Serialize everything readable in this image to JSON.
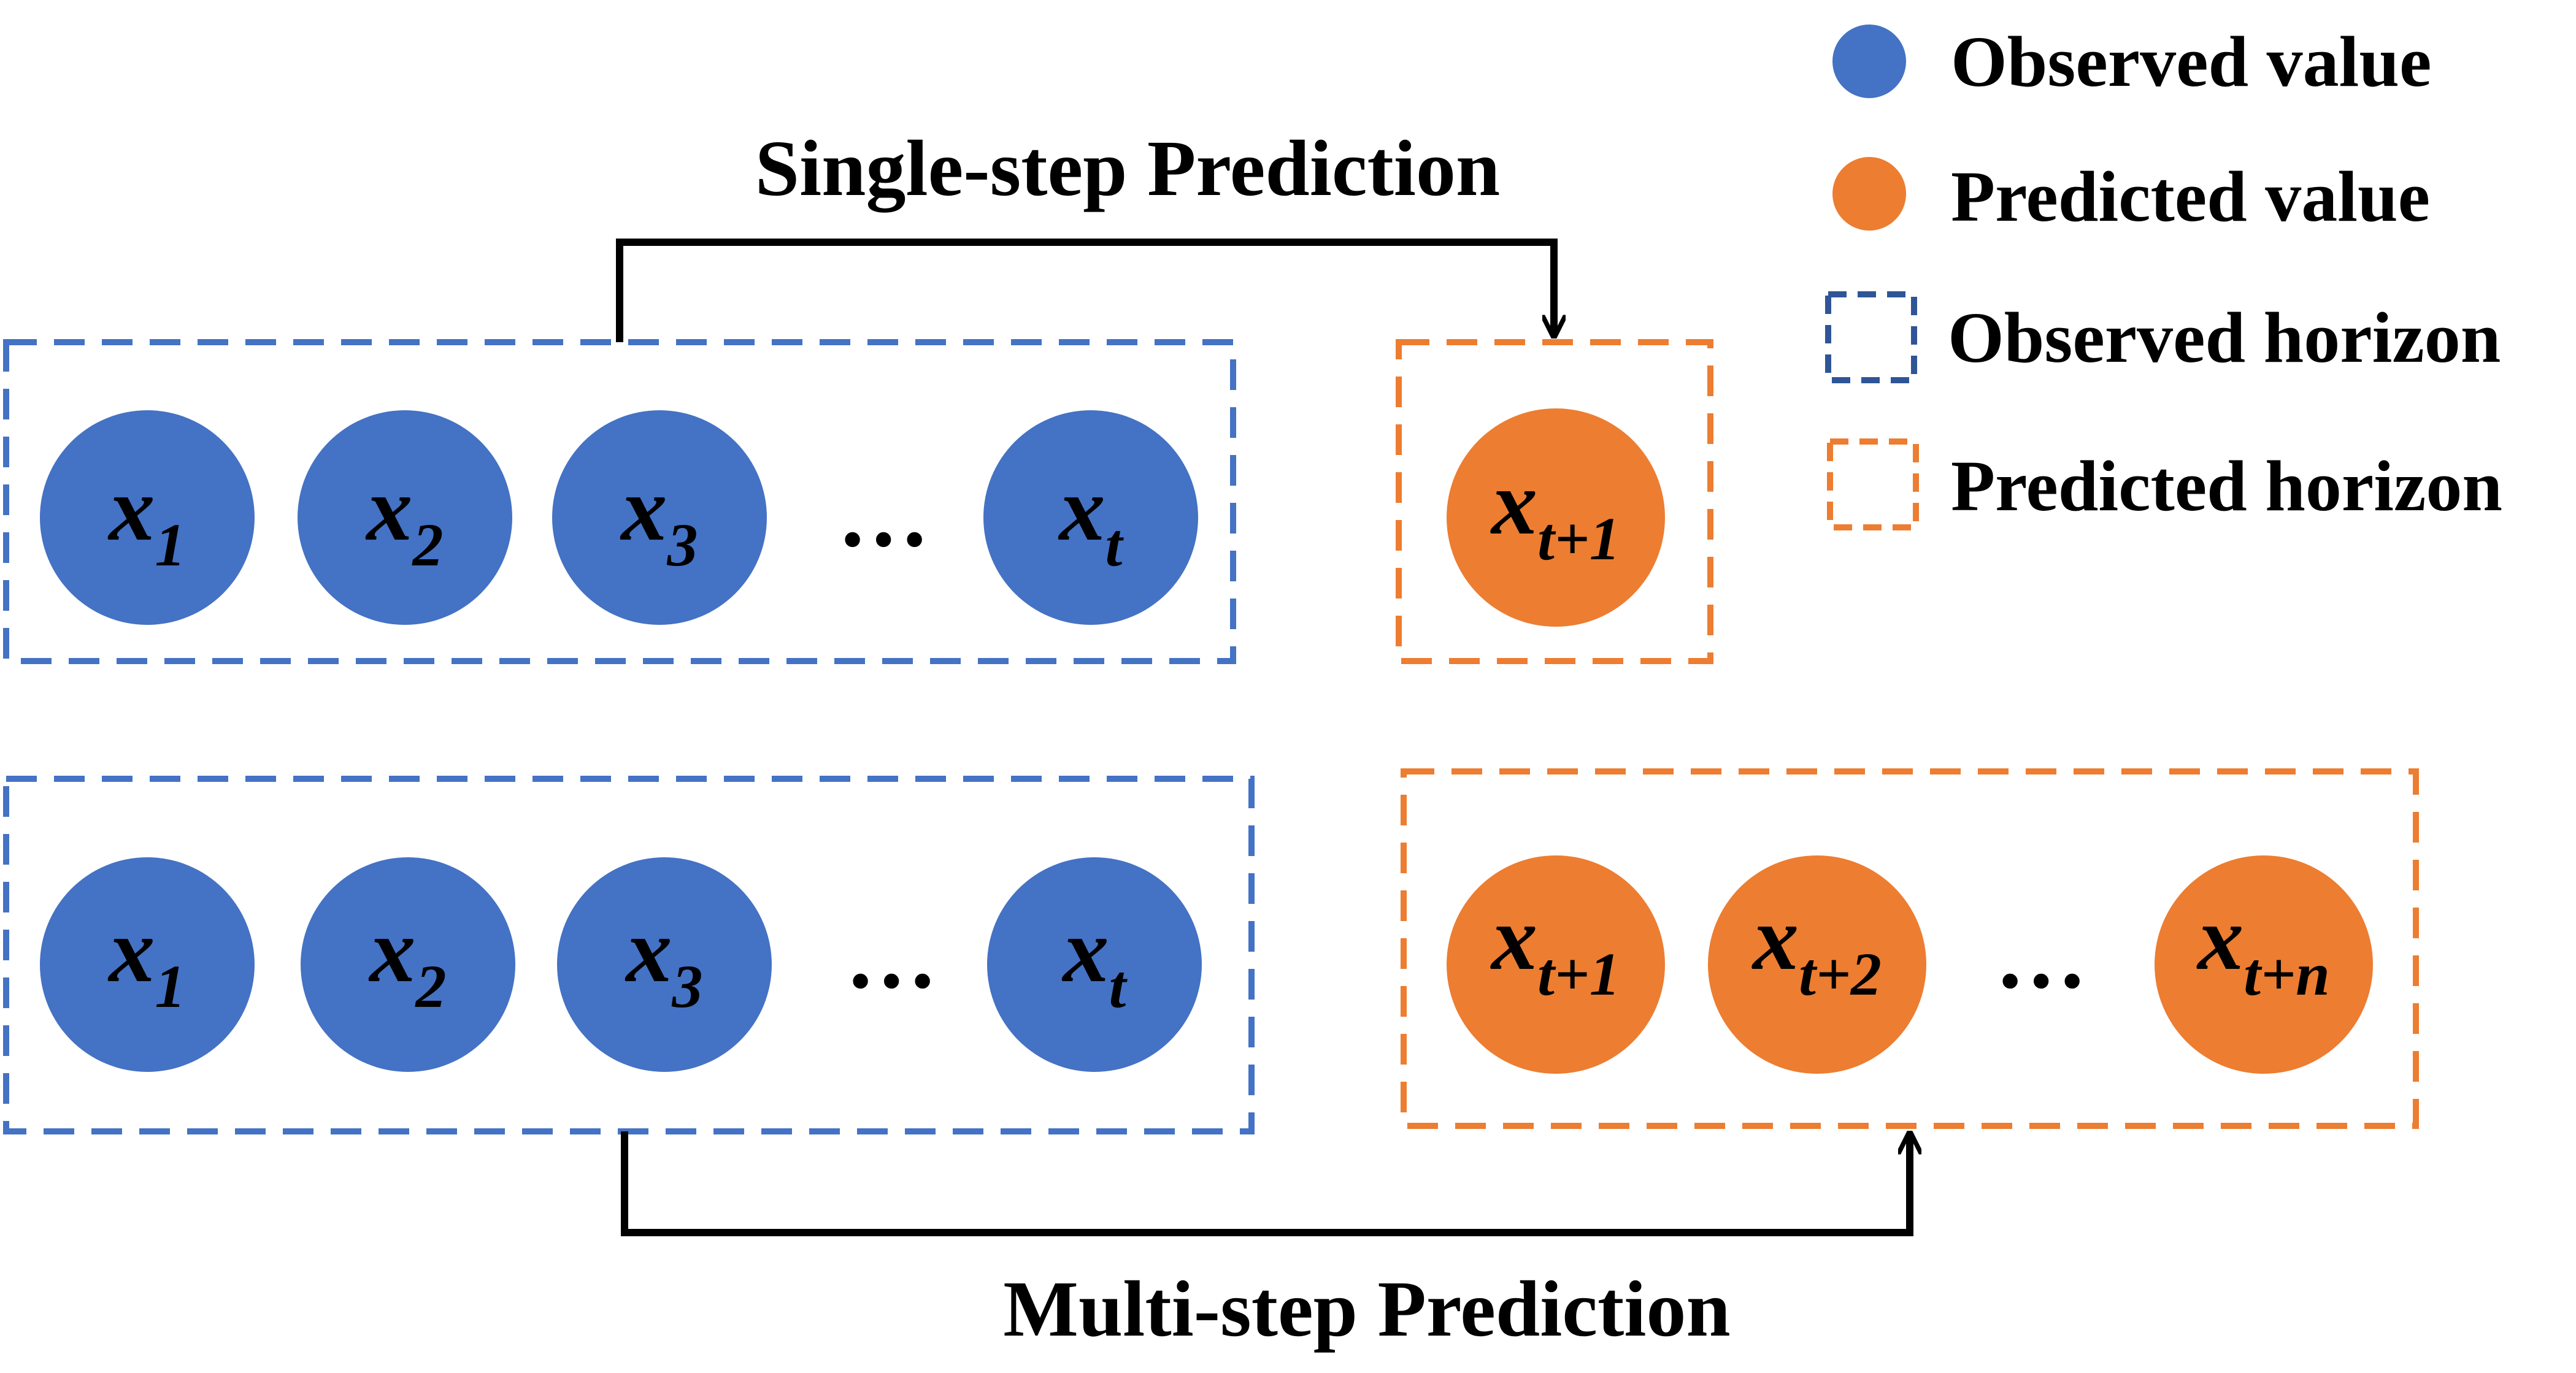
{
  "diagram": {
    "single_step_label": "Single-step Prediction",
    "multi_step_label": "Multi-step Prediction",
    "ellipsis": "…",
    "rows": {
      "single_step": {
        "observed": [
          {
            "base": "x",
            "sub": "1"
          },
          {
            "base": "x",
            "sub": "2"
          },
          {
            "base": "x",
            "sub": "3"
          },
          {
            "base": "x",
            "sub": "t"
          }
        ],
        "predicted": [
          {
            "base": "x",
            "sub": "t+1"
          }
        ]
      },
      "multi_step": {
        "observed": [
          {
            "base": "x",
            "sub": "1"
          },
          {
            "base": "x",
            "sub": "2"
          },
          {
            "base": "x",
            "sub": "3"
          },
          {
            "base": "x",
            "sub": "t"
          }
        ],
        "predicted": [
          {
            "base": "x",
            "sub": "t+1"
          },
          {
            "base": "x",
            "sub": "t+2"
          },
          {
            "base": "x",
            "sub": "t+n"
          }
        ]
      }
    }
  },
  "legend": {
    "observed_value": "Observed value",
    "predicted_value": "Predicted value",
    "observed_horizon": "Observed horizon",
    "predicted_horizon": "Predicted horizon"
  },
  "colors": {
    "observed": "#4472C4",
    "predicted": "#ED7D31",
    "observed_horizon_legend": "#2F5597",
    "arrow": "#000000"
  }
}
